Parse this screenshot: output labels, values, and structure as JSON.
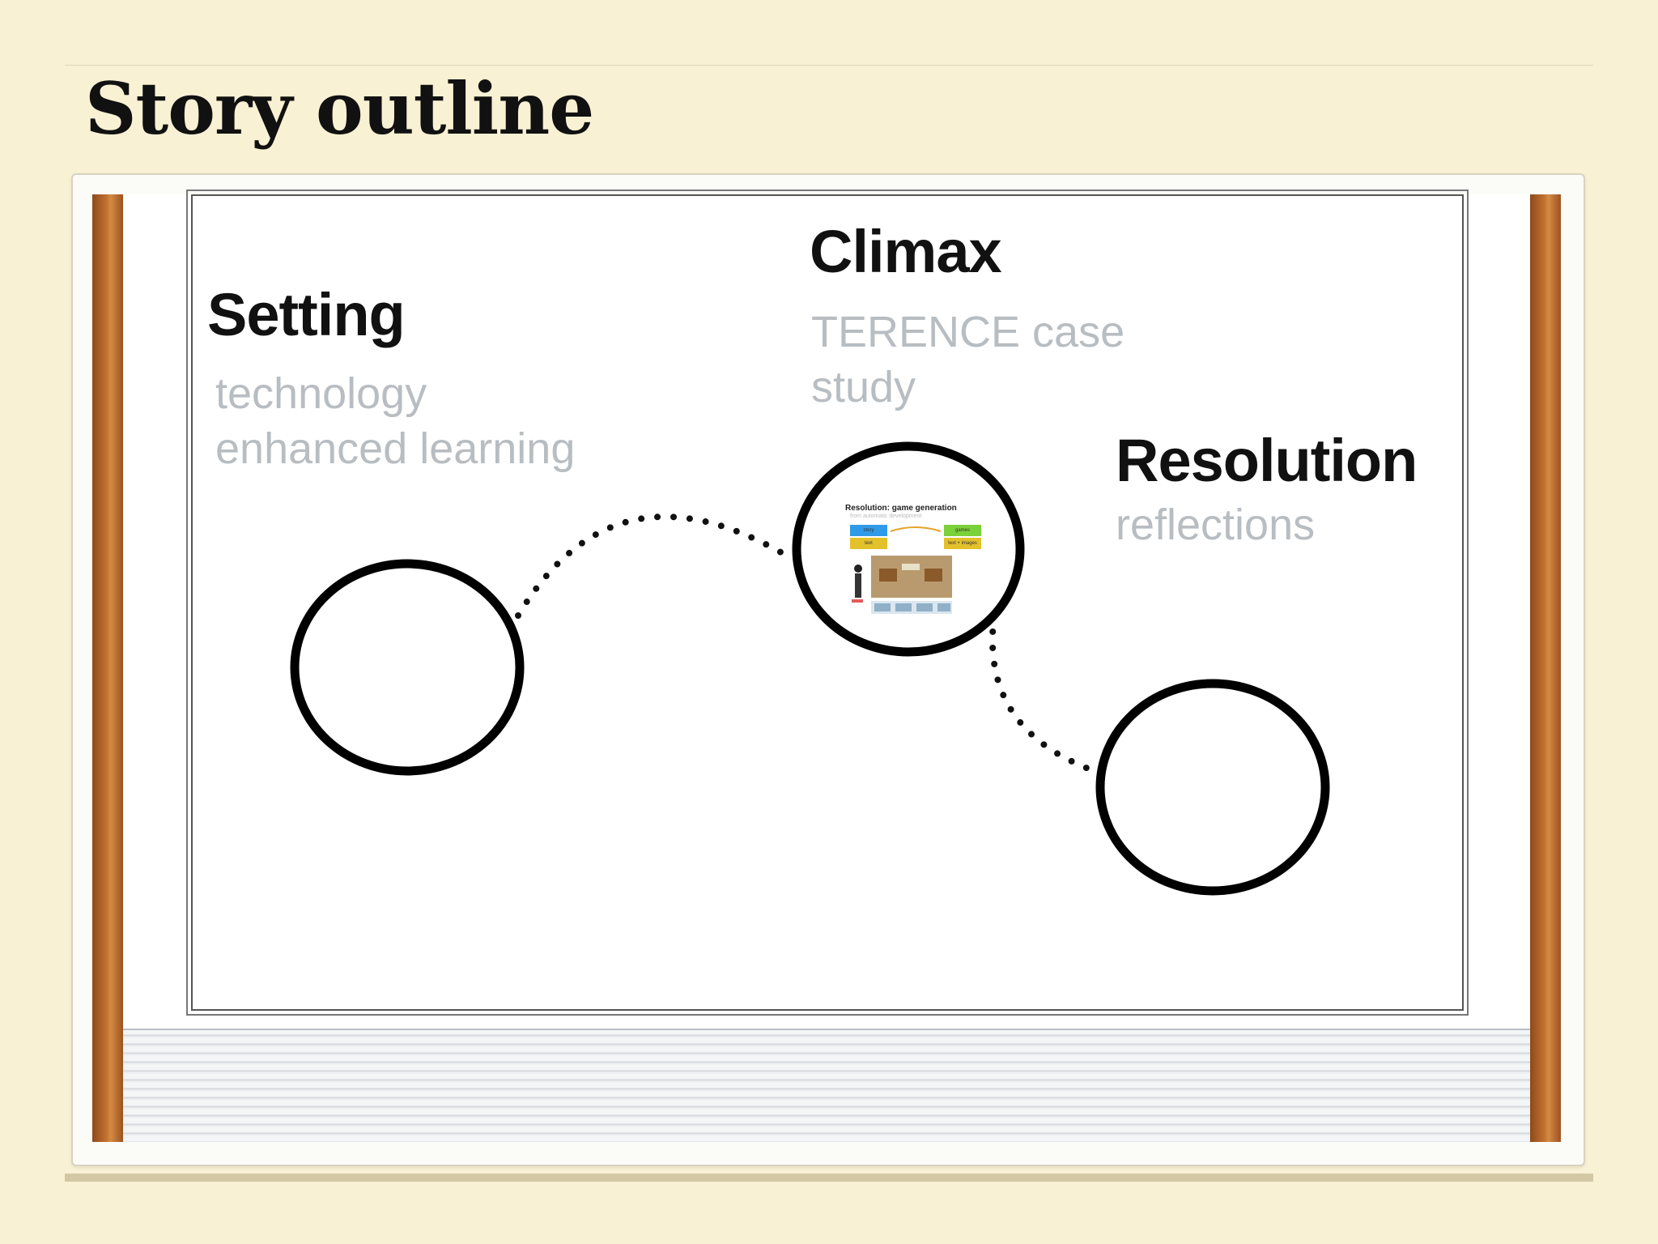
{
  "slide": {
    "title": "Story outline"
  },
  "diagram": {
    "setting": {
      "heading": "Setting",
      "subtitle_lines": [
        "technology",
        "enhanced learning"
      ]
    },
    "climax": {
      "heading": "Climax",
      "subtitle_lines": [
        "TERENCE case",
        "study"
      ],
      "thumbnail": {
        "title": "Resolution: game generation",
        "subtitle": "from automatic development",
        "labels": [
          "story",
          "text",
          "games",
          "text + images"
        ]
      }
    },
    "resolution": {
      "heading": "Resolution",
      "subtitle_lines": [
        "reflections"
      ]
    }
  },
  "colors": {
    "background": "#f9f1d4",
    "heading": "#111111",
    "subtitle": "#b8bdc2",
    "wood": "#c1702e"
  }
}
